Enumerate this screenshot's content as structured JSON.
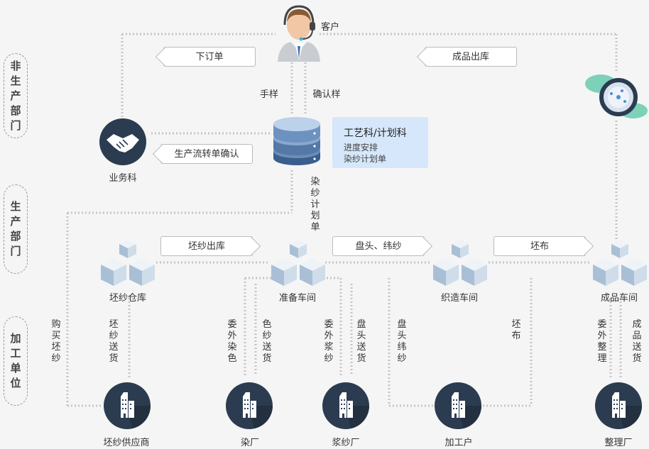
{
  "departments": [
    "非生产部门",
    "生产部门",
    "加工单位"
  ],
  "nodes": {
    "customer": "客户",
    "sales": "业务科",
    "greige_warehouse": "坯纱仓库",
    "prep_workshop": "准备车间",
    "weaving_workshop": "织造车间",
    "finished_workshop": "成品车间",
    "greige_supplier": "坯纱供应商",
    "dye_factory": "染厂",
    "sizing_factory": "浆纱厂",
    "processor": "加工户",
    "finishing_factory": "整理厂"
  },
  "info_box": {
    "title": "工艺科/计划科",
    "lines": [
      "进度安排",
      "染纱计划单"
    ]
  },
  "tags": {
    "place_order": "下订单",
    "finished_out": "成品出库",
    "flow_confirm": "生产流转单确认",
    "greige_out": "坯纱出库",
    "beam_weft": "盘头、纬纱",
    "greige_cloth": "坯布"
  },
  "flow_labels": {
    "hand_sample": "手样",
    "confirm_sample": "确认样",
    "dye_plan": "染纱计划单",
    "buy_greige": "购买坯纱",
    "greige_delivery": "坯纱送货",
    "outsource_dye": "委外染色",
    "color_delivery": "色纱送货",
    "outsource_size": "委外浆纱",
    "beam_delivery": "盘头送货",
    "beam_weft_v": "盘头纬纱",
    "greige_cloth_v": "坯布",
    "outsource_finish": "委外整理",
    "finished_delivery": "成品送货"
  },
  "colors": {
    "icon_dark": "#2b3c50",
    "box_blue": "#7d97b3",
    "info_bg": "#d6e7fb",
    "dots": "#c5c5c5"
  }
}
